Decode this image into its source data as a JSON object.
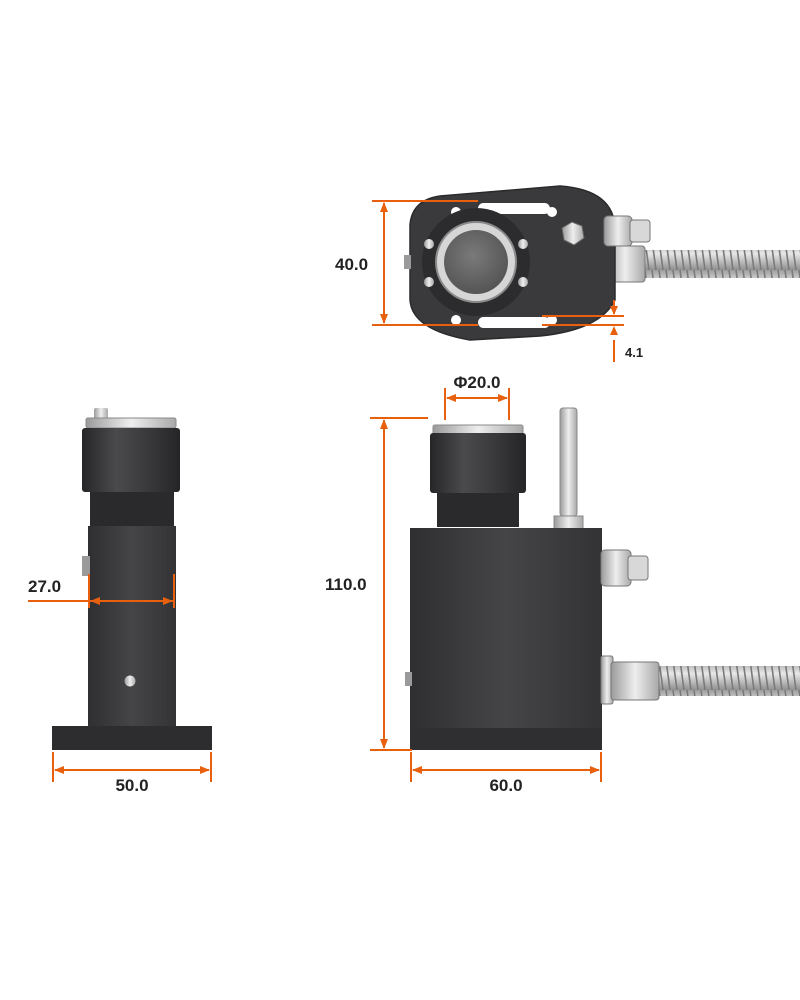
{
  "diagram": {
    "dimensions": {
      "top_height": "40.0",
      "top_offset": "4.1",
      "aperture_diameter": "Φ20.0",
      "overall_height": "110.0",
      "side_depth": "27.0",
      "side_base_width": "50.0",
      "front_base_width": "60.0"
    }
  },
  "colors": {
    "dimension_line": "#E8600E",
    "body": "#3d3d3f",
    "body_dark": "#2c2c2e",
    "lens_glass": "#6a6a6a",
    "metal": "#c9c9c9",
    "text": "#222222"
  }
}
